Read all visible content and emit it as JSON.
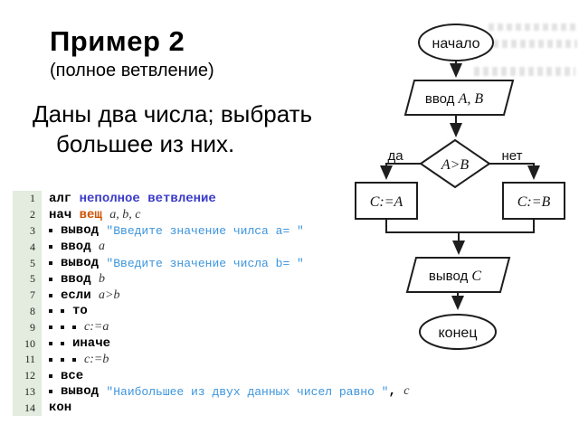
{
  "slide": {
    "title": "Пример 2",
    "subtitle": "(полное ветвление)",
    "task_line1": "Даны два числа; выбрать",
    "task_line2": "большее из них."
  },
  "code": {
    "lines": [
      {
        "num": "1",
        "bullets": 0,
        "tokens": [
          {
            "t": "kw",
            "v": "алг "
          },
          {
            "t": "name",
            "v": "неполное ветвление"
          }
        ]
      },
      {
        "num": "2",
        "bullets": 0,
        "tokens": [
          {
            "t": "kw",
            "v": "нач "
          },
          {
            "t": "type",
            "v": "вещ "
          },
          {
            "t": "var",
            "v": "a, b, c"
          }
        ]
      },
      {
        "num": "3",
        "bullets": 1,
        "tokens": [
          {
            "t": "kw",
            "v": "вывод "
          },
          {
            "t": "str",
            "v": "\"Введите значение чилса a= \""
          }
        ]
      },
      {
        "num": "4",
        "bullets": 1,
        "tokens": [
          {
            "t": "kw",
            "v": "ввод "
          },
          {
            "t": "var",
            "v": "a"
          }
        ]
      },
      {
        "num": "5",
        "bullets": 1,
        "tokens": [
          {
            "t": "kw",
            "v": "вывод "
          },
          {
            "t": "str",
            "v": "\"Введите значение числа b= \""
          }
        ]
      },
      {
        "num": "5",
        "bullets": 1,
        "tokens": [
          {
            "t": "kw",
            "v": "ввод "
          },
          {
            "t": "var",
            "v": "b"
          }
        ]
      },
      {
        "num": "7",
        "bullets": 1,
        "tokens": [
          {
            "t": "kw",
            "v": "если "
          },
          {
            "t": "var",
            "v": "a>b"
          }
        ]
      },
      {
        "num": "8",
        "bullets": 2,
        "tokens": [
          {
            "t": "kw",
            "v": "то"
          }
        ]
      },
      {
        "num": "9",
        "bullets": 3,
        "tokens": [
          {
            "t": "var",
            "v": "c:=a"
          }
        ]
      },
      {
        "num": "10",
        "bullets": 2,
        "tokens": [
          {
            "t": "kw",
            "v": "иначе"
          }
        ]
      },
      {
        "num": "11",
        "bullets": 3,
        "tokens": [
          {
            "t": "var",
            "v": "c:=b"
          }
        ]
      },
      {
        "num": "12",
        "bullets": 1,
        "tokens": [
          {
            "t": "kw",
            "v": "все"
          }
        ]
      },
      {
        "num": "13",
        "bullets": 1,
        "tokens": [
          {
            "t": "kw",
            "v": "вывод "
          },
          {
            "t": "str",
            "v": "\"Наибольшее из двух данных чисел равно \""
          },
          {
            "t": "pun",
            "v": ", "
          },
          {
            "t": "var",
            "v": "c"
          }
        ]
      },
      {
        "num": "14",
        "bullets": 0,
        "tokens": [
          {
            "t": "kw",
            "v": "кон"
          }
        ]
      }
    ]
  },
  "flowchart": {
    "start_label": "начало",
    "input_keyword": "ввод ",
    "input_vars": "A, B",
    "condition": "A>B",
    "yes_label": "да",
    "no_label": "нет",
    "assign_left": "C:=A",
    "assign_right": "C:=B",
    "output_keyword": "вывод ",
    "output_var": "C",
    "end_label": "конец"
  },
  "colors": {
    "algorithm_name_blue": "#3a3ac8",
    "type_keyword_orange": "#cc5200",
    "string_blue": "#3d95dd",
    "line_number_gutter_green": "#e3ecdf",
    "flowchart_stroke": "#1e1e1e"
  }
}
